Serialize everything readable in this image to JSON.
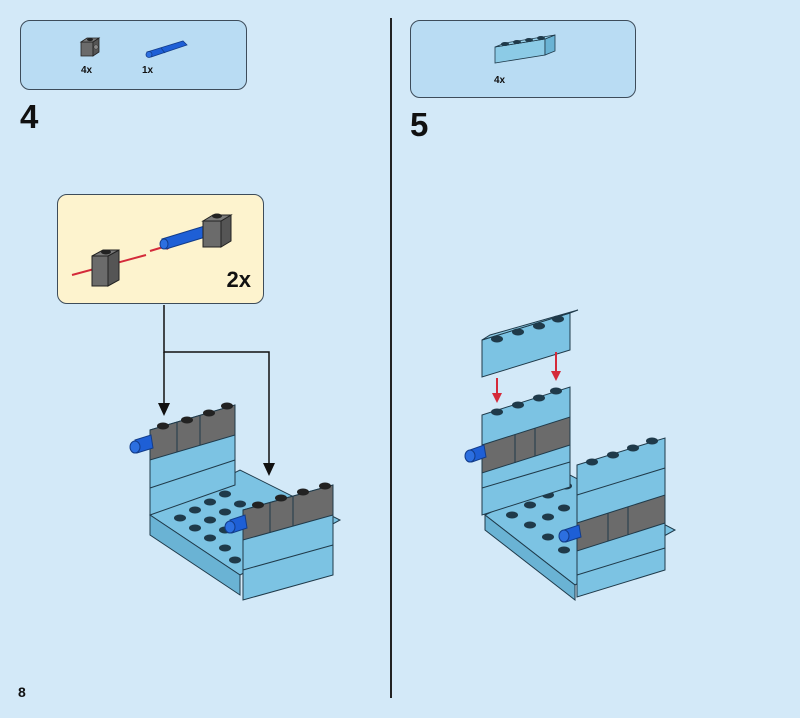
{
  "page": {
    "number": "8"
  },
  "step4": {
    "number": "4",
    "parts": [
      {
        "name": "technic-brick-1x1-dark-grey",
        "qty": "4x"
      },
      {
        "name": "pin-blue-long",
        "qty": "1x"
      }
    ],
    "subassembly": {
      "multiplier": "2x"
    }
  },
  "step5": {
    "number": "5",
    "parts": [
      {
        "name": "brick-1x4-medium-azure",
        "qty": "4x"
      }
    ]
  },
  "colors": {
    "background": "#d3e9f8",
    "parts_box": "#b9dcf3",
    "callout": "#fdf3ce",
    "azure": "#7cc3e3",
    "dark_grey": "#6b6b6b",
    "blue_pin": "#1e5fd6",
    "arrow_red": "#d42a3a"
  }
}
